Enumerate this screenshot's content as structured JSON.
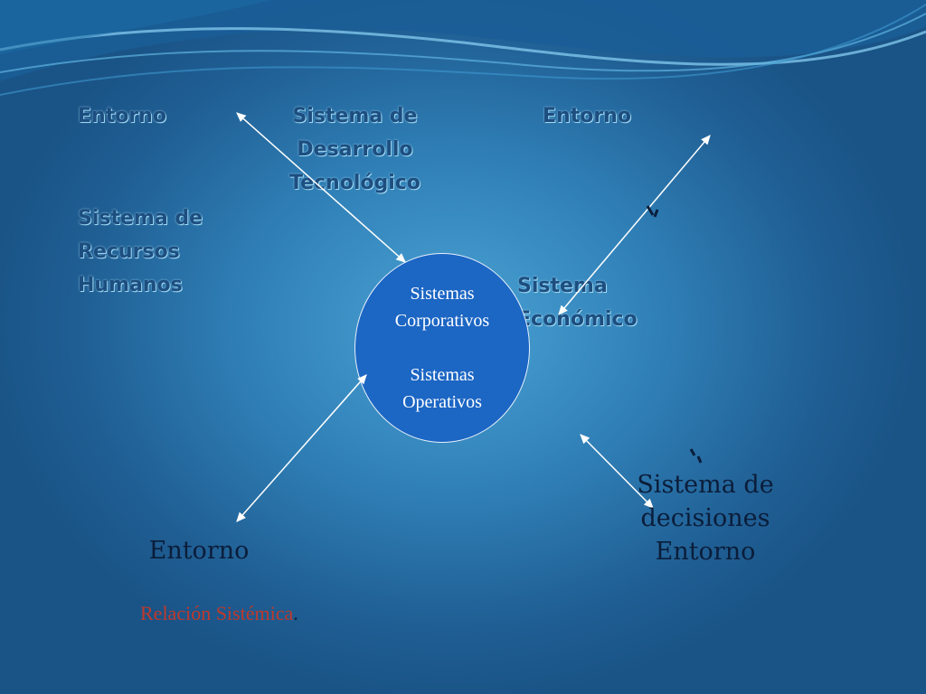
{
  "diagram": {
    "top_left_entorno": "Entorno",
    "tech_system": "Sistema de\nDesarrollo\nTecnológico",
    "top_right_entorno": "Entorno",
    "hr_system": "Sistema de\nRecursos\nHumanos",
    "economic_system": "Sistema\nEconómico",
    "center": {
      "line1": "Sistemas",
      "line2": "Corporativos",
      "line3": "Sistemas",
      "line4": "Operativos"
    },
    "bottom_left_entorno": "Entorno",
    "decision_system": "Sistema de\ndecisiones\nEntorno"
  },
  "footer": {
    "caption": "Relación Sistémica",
    "period": "."
  },
  "colors": {
    "heading": "#1d4e80",
    "circle_fill": "#1c66c4",
    "caption": "#c0392b"
  }
}
